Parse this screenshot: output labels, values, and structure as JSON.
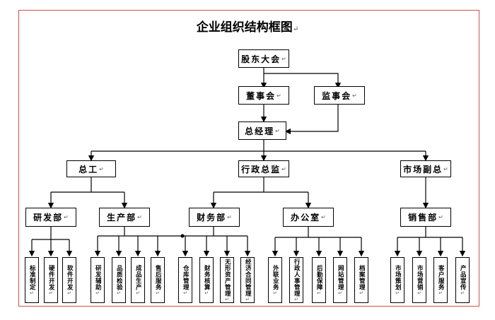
{
  "title": "企业组织结构框图",
  "return_mark": "↵",
  "top": {
    "shareholders": "股东大会",
    "board": "董事会",
    "supervisors": "监事会",
    "gm": "总经理"
  },
  "level2": {
    "chief_engineer": "总工",
    "admin_director": "行政总监",
    "market_vp": "市场副总"
  },
  "level3": {
    "rd": "研发部",
    "production": "生产部",
    "finance": "财务部",
    "office": "办公室",
    "sales": "销售部"
  },
  "leaves": [
    "标准制定",
    "硬件开发",
    "软件开发",
    "研发辅助",
    "品质检验",
    "成品生产",
    "售后服务",
    "仓库管理",
    "财务核算",
    "无形资产管理",
    "经济合同管理",
    "外联业务",
    "行政人事管理",
    "后勤保障",
    "网站管理",
    "档案管理",
    "市场策划",
    "市场营销",
    "客户服务",
    "产品宣传"
  ]
}
